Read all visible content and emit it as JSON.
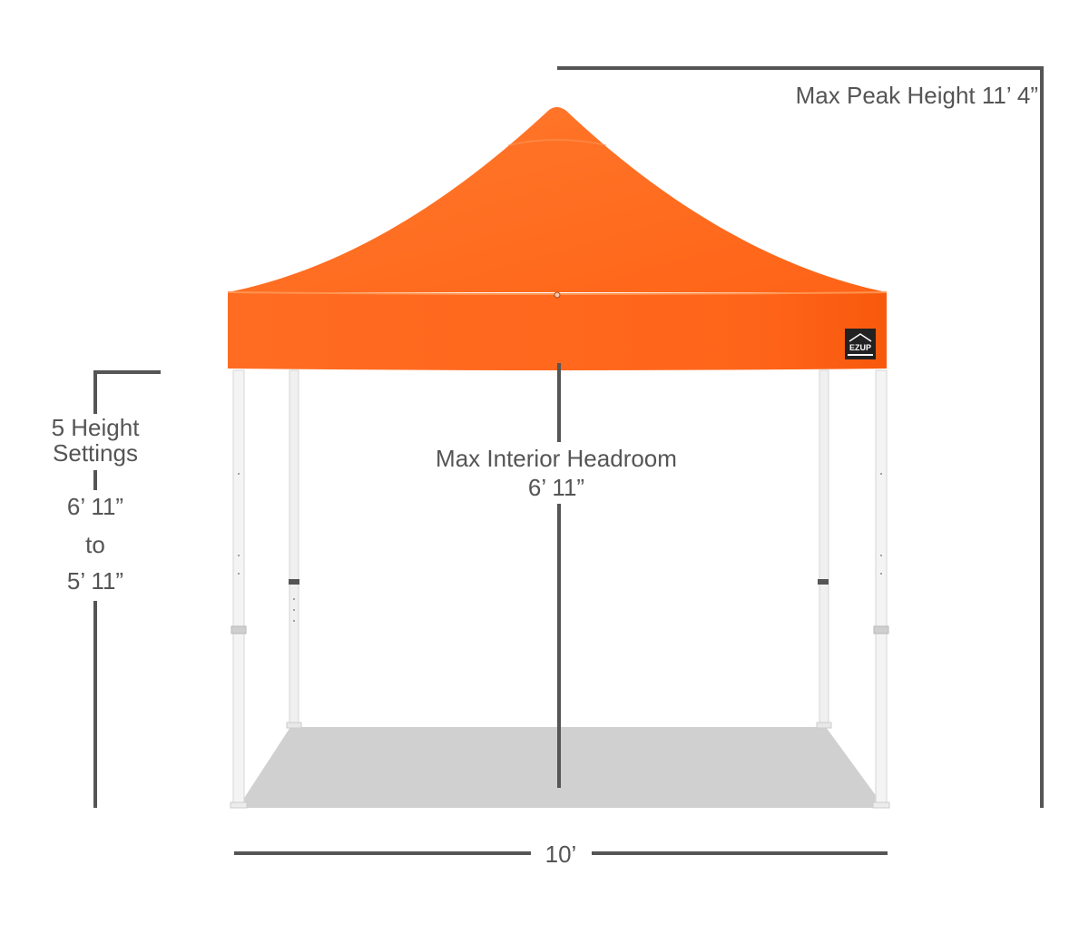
{
  "labels": {
    "peak_height": "Max Peak Height 11’ 4”",
    "height_settings_line1": "5 Height",
    "height_settings_line2": "Settings",
    "range_max": "6’ 11”",
    "range_to": "to",
    "range_min": "5’ 11”",
    "headroom_title": "Max Interior Headroom",
    "headroom_value": "6’ 11”",
    "width": "10’"
  },
  "logo": {
    "text": "EZUP",
    "icon": "ez-up-logo-icon"
  },
  "colors": {
    "canopy": "#ff6a1f",
    "canopy_dark": "#f25a0d",
    "floor": "#d0d0d0",
    "frame": "#f2f2f2",
    "dimension_line": "#555555"
  }
}
